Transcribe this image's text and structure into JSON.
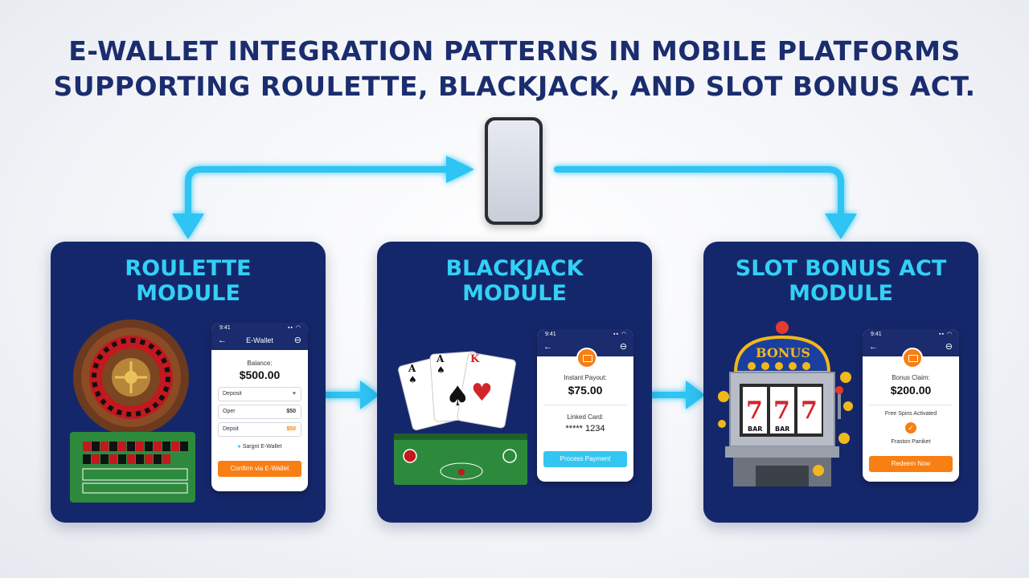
{
  "title": {
    "line1": "E-WALLET INTEGRATION PATTERNS IN MOBILE PLATFORMS",
    "line2": "SUPPORTING ROULETTE, BLACKJACK, AND SLOT BONUS ACT."
  },
  "colors": {
    "title": "#1b2d6e",
    "card_bg": "#15276b",
    "card_title": "#33d0f5",
    "arrow": "#2ec4f3",
    "accent_orange": "#f77f13"
  },
  "modules": [
    {
      "title_line1": "ROULETTE",
      "title_line2": "MODULE",
      "phone": {
        "time": "9:41",
        "header": "E-Wallet",
        "balance_label": "Balance:",
        "balance": "$500.00",
        "rows": [
          {
            "label": "Deposit",
            "value": "+"
          },
          {
            "label": "Oper",
            "value": "$50"
          },
          {
            "label": "Depsit",
            "value": "$50"
          }
        ],
        "secure_text": "Sargnt E-Wallet",
        "button": "Confirm via E-Wallet"
      }
    },
    {
      "title_line1": "BLACKJACK",
      "title_line2": "MODULE",
      "phone": {
        "time": "9:41",
        "label1": "Instant Payout:",
        "amount1": "$75.00",
        "label2": "Linked Card:",
        "card": "***** 1234",
        "button": "Process Payment"
      }
    },
    {
      "title_line1": "SLOT BONUS ACT",
      "title_line2": "MODULE",
      "phone": {
        "time": "9:41",
        "label1": "Bonus Claim:",
        "amount1": "$200.00",
        "status": "Free Spins Activated",
        "label2": "Fraston Paniket",
        "button": "Redeem Now"
      }
    }
  ],
  "slot_machine": {
    "sign": "BONUS",
    "reels": [
      "7",
      "7",
      "7"
    ],
    "reel_label": "BAR"
  },
  "cards": [
    {
      "rank": "A",
      "suit": "♠"
    },
    {
      "rank": "A",
      "suit": "♠"
    },
    {
      "rank": "K",
      "suit": "♥"
    }
  ]
}
